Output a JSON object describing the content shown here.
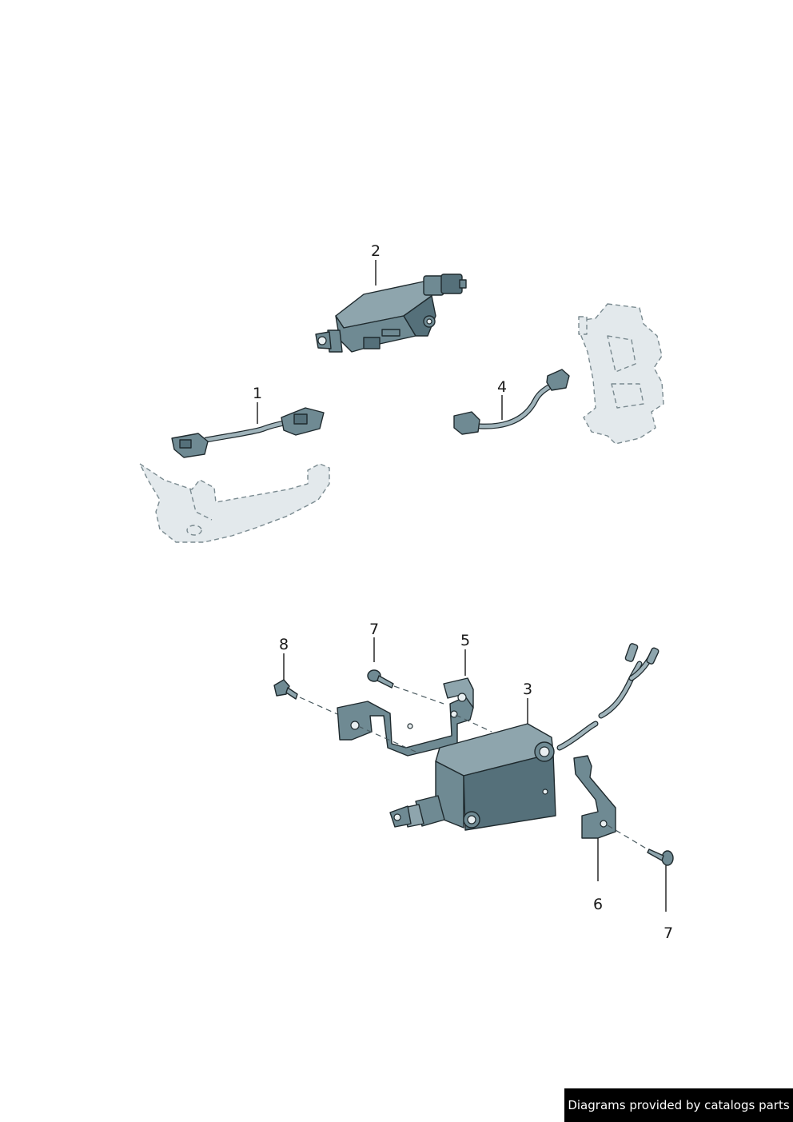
{
  "callouts": {
    "c1": "1",
    "c2": "2",
    "c3": "3",
    "c4": "4",
    "c5": "5",
    "c6": "6",
    "c7a": "7",
    "c7b": "7",
    "c8": "8"
  },
  "footer": {
    "text": "Diagrams provided by catalogs parts"
  },
  "colors": {
    "part": "#6f8a93",
    "ghost": "#e3e9ec",
    "footer_bg": "#000000"
  }
}
